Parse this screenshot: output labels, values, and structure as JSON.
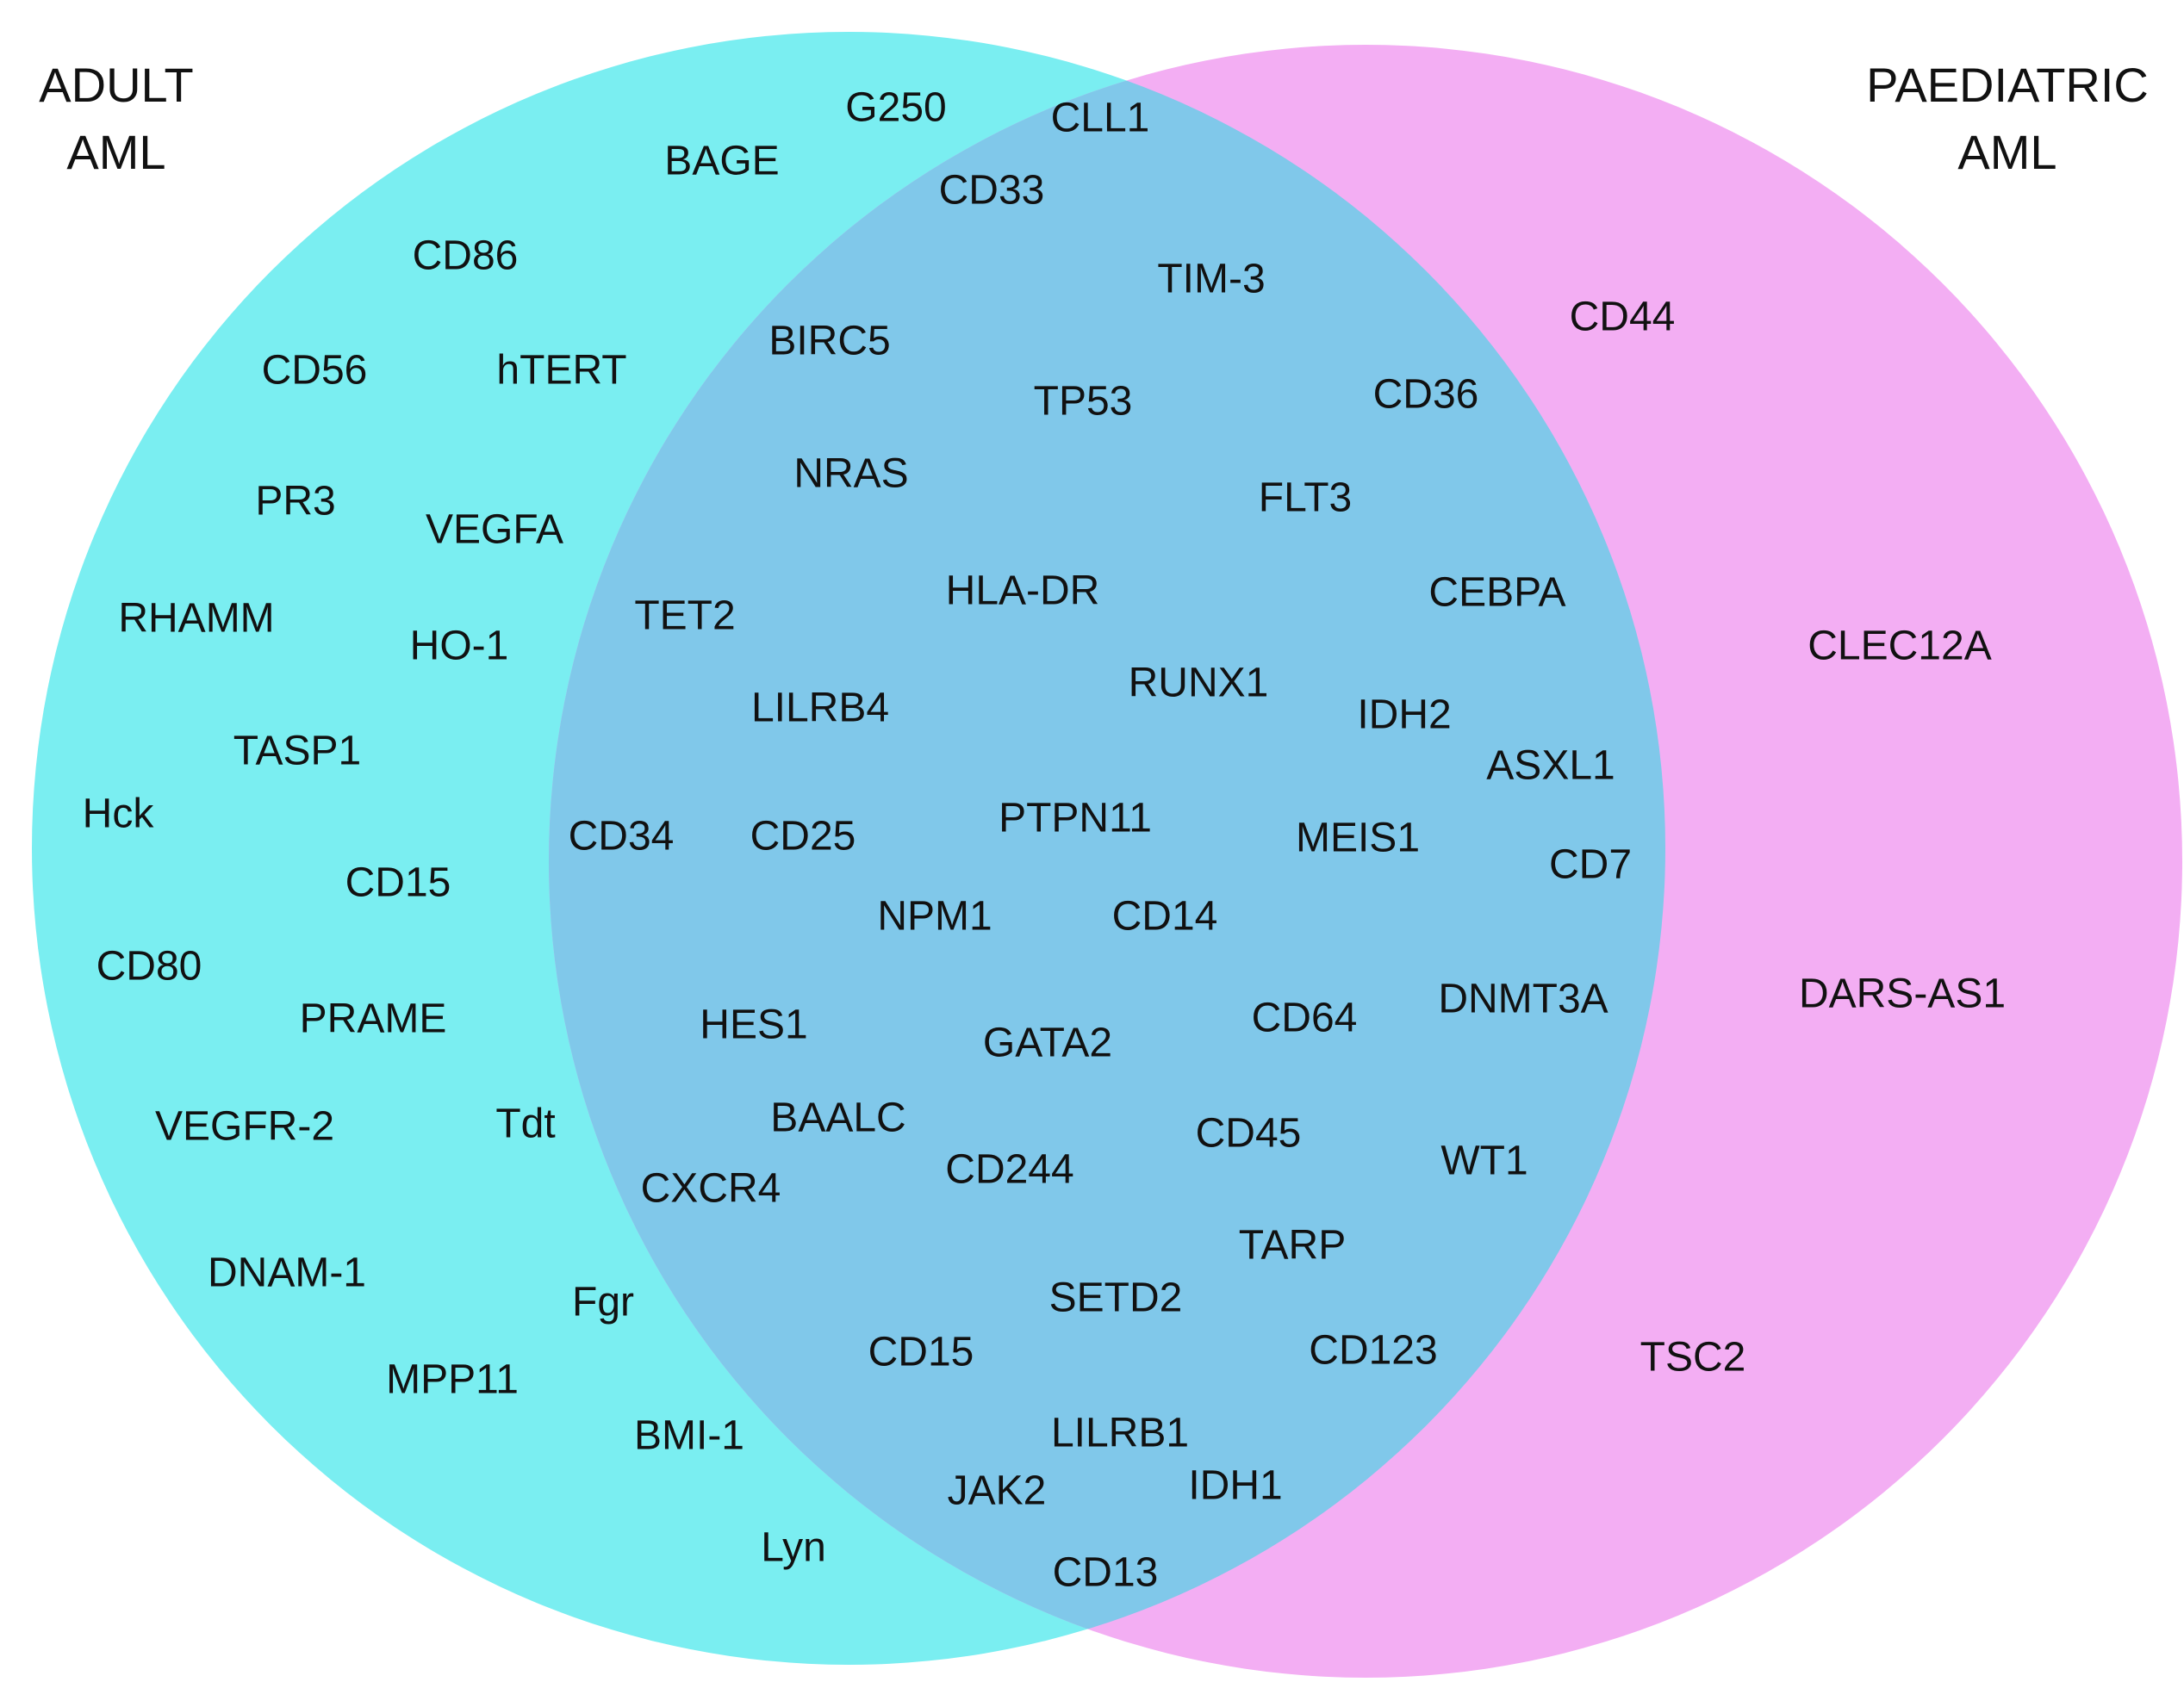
{
  "sets": {
    "adult": {
      "label_line1": "ADULT",
      "label_line2": "AML",
      "fill": "#7aeef1"
    },
    "paediatric": {
      "label_line1": "PAEDIATRIC",
      "label_line2": "AML",
      "fill": "#f3aef3"
    },
    "overlap_fill": "#80c8ea"
  },
  "text_color": "#111111",
  "regions": {
    "adult_only": [
      "G250",
      "BAGE",
      "CD86",
      "CD56",
      "hTERT",
      "PR3",
      "VEGFA",
      "RHAMM",
      "HO-1",
      "TASP1",
      "Hck",
      "CD15",
      "CD80",
      "PRAME",
      "VEGFR-2",
      "Tdt",
      "DNAM-1",
      "Fgr",
      "MPP11",
      "BMI-1",
      "Lyn"
    ],
    "shared": [
      "CLL1",
      "CD33",
      "TIM-3",
      "BIRC5",
      "TP53",
      "CD36",
      "NRAS",
      "FLT3",
      "CEBPA",
      "TET2",
      "HLA-DR",
      "RUNX1",
      "IDH2",
      "LILRB4",
      "ASXL1",
      "CD34",
      "CD25",
      "PTPN11",
      "MEIS1",
      "CD7",
      "NPM1",
      "CD14",
      "CD64",
      "DNMT3A",
      "HES1",
      "GATA2",
      "BAALC",
      "CD45",
      "WT1",
      "CXCR4",
      "CD244",
      "TARP",
      "SETD2",
      "CD123",
      "CD15",
      "LILRB1",
      "JAK2",
      "IDH1",
      "CD13"
    ],
    "paediatric_only": [
      "CD44",
      "CLEC12A",
      "DARS-AS1",
      "TSC2"
    ]
  }
}
